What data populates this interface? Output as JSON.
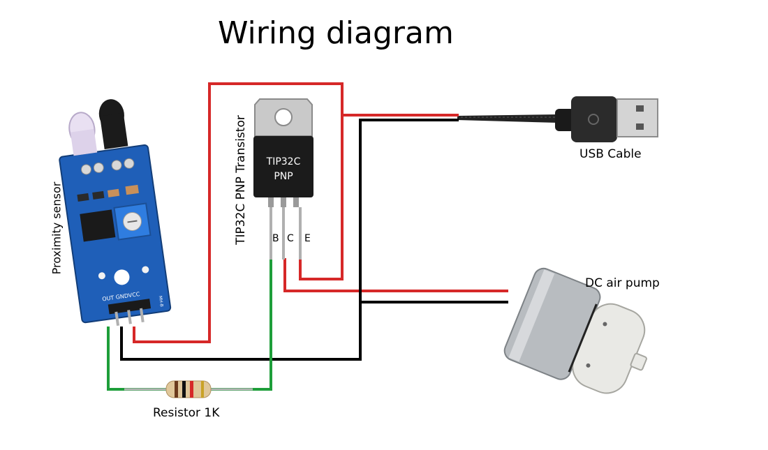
{
  "title": "Wiring diagram",
  "components": {
    "usb_cable": {
      "label": "USB Cable"
    },
    "transistor": {
      "label": "TIP32C PNP Transistor",
      "body_line1": "TIP32C",
      "body_line2": "PNP",
      "pins": {
        "b": "B",
        "c": "C",
        "e": "E"
      }
    },
    "pump": {
      "label": "DC air pump"
    },
    "resistor": {
      "label": "Resistor 1K"
    },
    "sensor": {
      "label": "Proximity sensor",
      "pin_header": "OUT GNDVCC",
      "board_mark": "MH-B"
    }
  },
  "colors": {
    "positive_wire": "#d62828",
    "ground_wire": "#000000",
    "signal_wire": "#1e9e3a",
    "board": "#1f5fb8"
  },
  "icons": [
    "usb-plug-icon",
    "transistor-icon",
    "air-pump-icon",
    "resistor-icon",
    "ir-sensor-icon"
  ]
}
